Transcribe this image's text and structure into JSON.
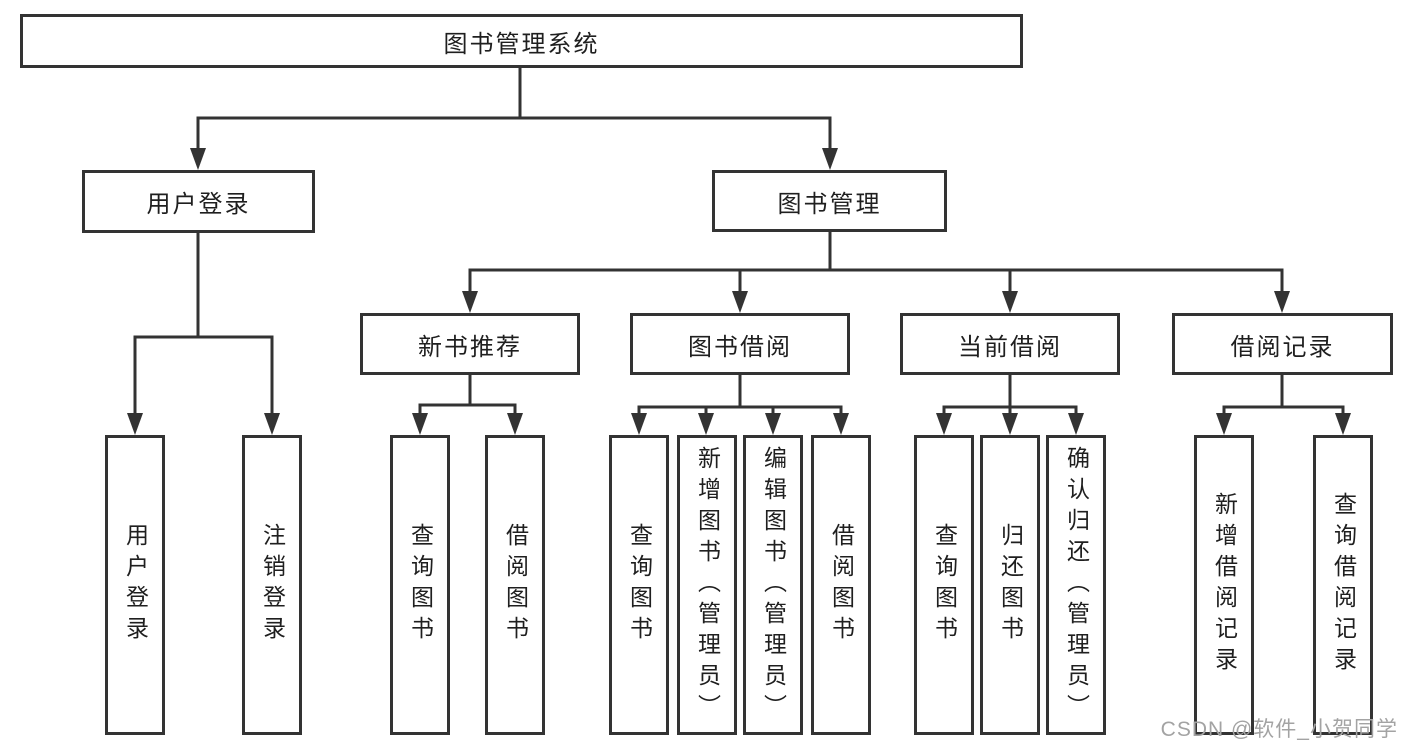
{
  "tree": {
    "label": "图书管理系统",
    "children": [
      {
        "label": "用户登录",
        "children": [
          {
            "label": "用户登录"
          },
          {
            "label": "注销登录"
          }
        ]
      },
      {
        "label": "图书管理",
        "children": [
          {
            "label": "新书推荐",
            "children": [
              {
                "label": "查询图书"
              },
              {
                "label": "借阅图书"
              }
            ]
          },
          {
            "label": "图书借阅",
            "children": [
              {
                "label": "查询图书"
              },
              {
                "label": "新增图书（管理员）"
              },
              {
                "label": "编辑图书（管理员）"
              },
              {
                "label": "借阅图书"
              }
            ]
          },
          {
            "label": "当前借阅",
            "children": [
              {
                "label": "查询图书"
              },
              {
                "label": "归还图书"
              },
              {
                "label": "确认归还（管理员）"
              }
            ]
          },
          {
            "label": "借阅记录",
            "children": [
              {
                "label": "新增借阅记录"
              },
              {
                "label": "查询借阅记录"
              }
            ]
          }
        ]
      }
    ]
  },
  "watermark": {
    "text": "CSDN @软件_小贺同学"
  },
  "colors": {
    "line": "#333333",
    "text": "#1f1f1f",
    "watermark": "#a3a3a3",
    "background": "#ffffff"
  }
}
